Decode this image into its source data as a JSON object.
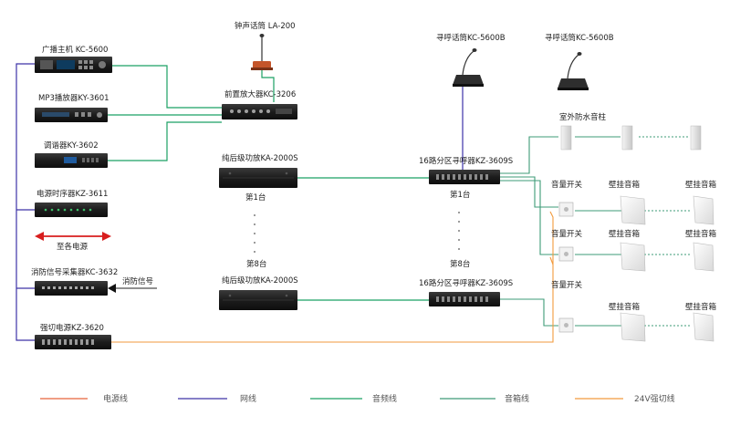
{
  "devices": {
    "host": "广播主机 KC-5600",
    "mp3": "MP3播放器KY-3601",
    "tuner": "调谐器KY-3602",
    "timer": "电源时序器KZ-3611",
    "fire": "消防信号采集器KC-3632",
    "power": "强切电源KZ-3620",
    "preamp": "前置放大器KC-3206",
    "chime": "钟声话筒 LA-200",
    "amp1": "纯后级功放KA-2000S",
    "amp8": "纯后级功放KA-2000S",
    "pager1": "寻呼话筒KC-5600B",
    "pager2": "寻呼话筒KC-5600B",
    "zone1": "16路分区寻呼器KZ-3609S",
    "zone8": "16路分区寻呼器KZ-3609S",
    "outdoor": "室外防水音柱"
  },
  "texts": {
    "unit1_amp": "第1台",
    "unit8_amp": "第8台",
    "unit1_zone": "第1台",
    "unit8_zone": "第8台",
    "to_power": "至各电源",
    "fire_signal": "消防信号",
    "volume": "音量开关",
    "wall": "壁挂音箱"
  },
  "legend": [
    {
      "label": "电源线",
      "color": "#e8643a"
    },
    {
      "label": "网线",
      "color": "#3d33a8"
    },
    {
      "label": "音频线",
      "color": "#1aa163"
    },
    {
      "label": "音箱线",
      "color": "#3e9b77"
    },
    {
      "label": "24V强切线",
      "color": "#f29a3d"
    }
  ],
  "colors": {
    "power": "#e8643a",
    "net": "#3d33a8",
    "audio": "#1aa163",
    "speaker": "#3e9b77",
    "cut24v": "#f29a3d",
    "arrow": "#d81e1e"
  }
}
